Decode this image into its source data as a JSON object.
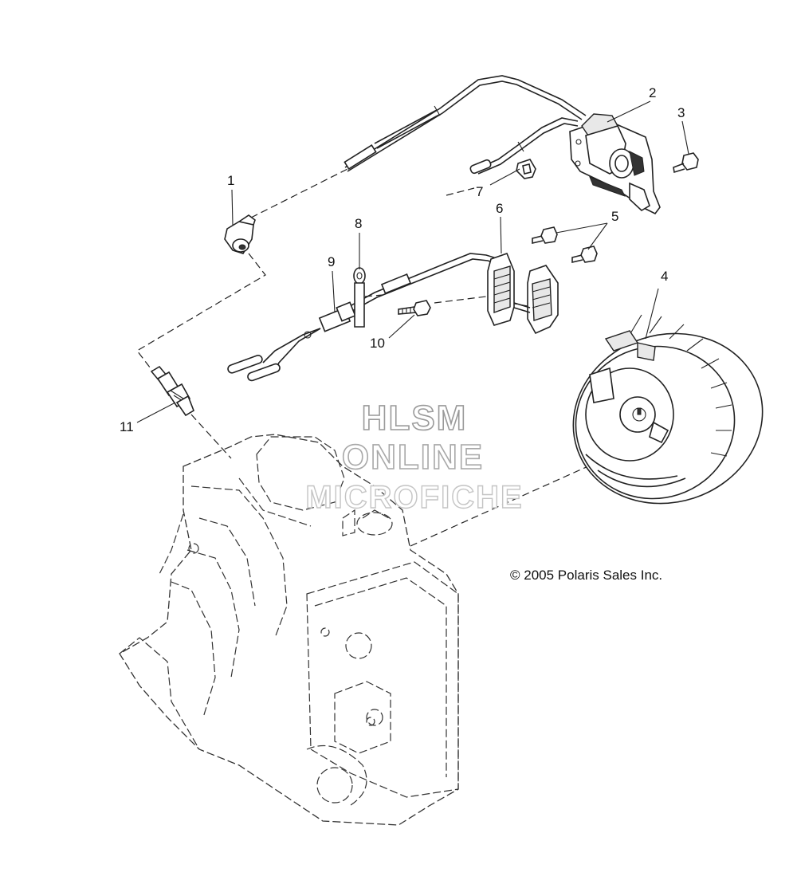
{
  "callouts": {
    "c1": "1",
    "c2": "2",
    "c3": "3",
    "c4": "4",
    "c5": "5",
    "c6": "6",
    "c7": "7",
    "c8": "8",
    "c9": "9",
    "c10": "10",
    "c11": "11"
  },
  "watermark": {
    "line1": "HLSM",
    "line2": "ONLINE",
    "line3": "MICROFICHE"
  },
  "copyright": "© 2005 Polaris Sales Inc.",
  "colors": {
    "background": "#ffffff",
    "line": "#222222",
    "watermark_outline": "#9a9a9a"
  }
}
